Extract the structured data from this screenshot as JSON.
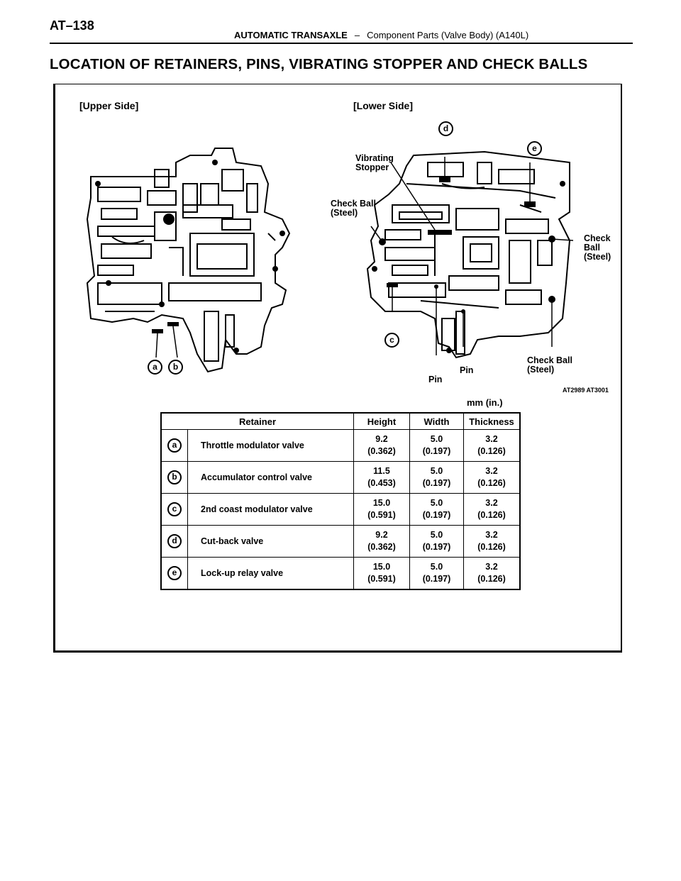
{
  "header": {
    "page_number": "AT–138",
    "section": "AUTOMATIC TRANSAXLE",
    "separator": "–",
    "subsection": "Component Parts (Valve Body) (A140L)"
  },
  "title": "LOCATION OF RETAINERS, PINS, VIBRATING STOPPER AND CHECK BALLS",
  "figure": {
    "upper_side_label": "[Upper Side]",
    "lower_side_label": "[Lower Side]",
    "vibrating_stopper": "Vibrating\nStopper",
    "check_ball_left": "Check Ball\n(Steel)",
    "check_ball_right": "Check\nBall\n(Steel)",
    "check_ball_bottom": "Check Ball\n(Steel)",
    "pin_1": "Pin",
    "pin_2": "Pin",
    "letters": [
      "a",
      "b",
      "c",
      "d",
      "e"
    ],
    "figure_code": "AT2989 AT3001"
  },
  "table": {
    "units": "mm (in.)",
    "headers": [
      "Retainer",
      "Height",
      "Width",
      "Thickness"
    ],
    "rows": [
      {
        "id": "a",
        "valve": "Throttle modulator valve",
        "height": "9.2",
        "height_in": "(0.362)",
        "width": "5.0",
        "width_in": "(0.197)",
        "thickness": "3.2",
        "thickness_in": "(0.126)"
      },
      {
        "id": "b",
        "valve": "Accumulator control valve",
        "height": "11.5",
        "height_in": "(0.453)",
        "width": "5.0",
        "width_in": "(0.197)",
        "thickness": "3.2",
        "thickness_in": "(0.126)"
      },
      {
        "id": "c",
        "valve": "2nd coast modulator valve",
        "height": "15.0",
        "height_in": "(0.591)",
        "width": "5.0",
        "width_in": "(0.197)",
        "thickness": "3.2",
        "thickness_in": "(0.126)"
      },
      {
        "id": "d",
        "valve": "Cut-back valve",
        "height": "9.2",
        "height_in": "(0.362)",
        "width": "5.0",
        "width_in": "(0.197)",
        "thickness": "3.2",
        "thickness_in": "(0.126)"
      },
      {
        "id": "e",
        "valve": "Lock-up relay valve",
        "height": "15.0",
        "height_in": "(0.591)",
        "width": "5.0",
        "width_in": "(0.197)",
        "thickness": "3.2",
        "thickness_in": "(0.126)"
      }
    ]
  }
}
